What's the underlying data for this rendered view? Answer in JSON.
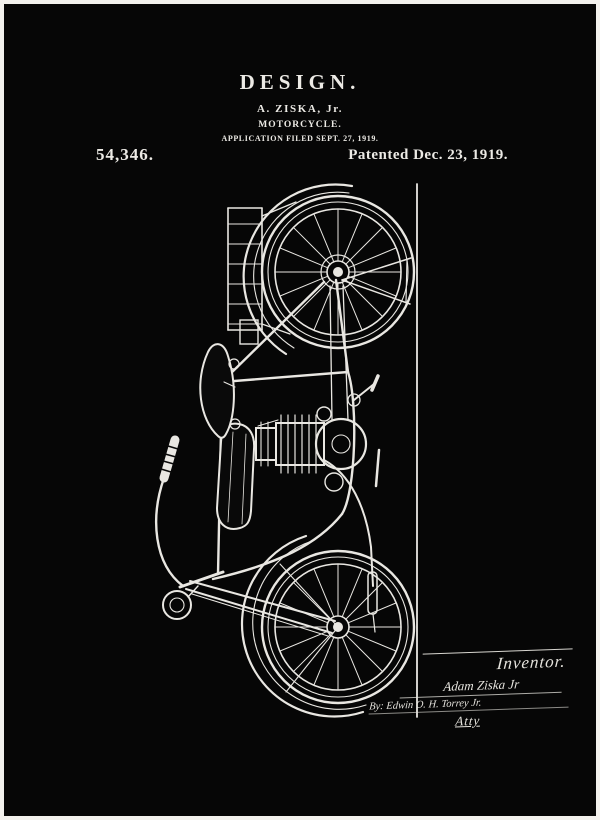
{
  "header": {
    "doc_type": "DESIGN.",
    "inventor_name": "A. ZISKA, Jr.",
    "invention_title": "MOTORCYCLE.",
    "application_line": "APPLICATION FILED SEPT. 27, 1919.",
    "patent_number": "54,346.",
    "patented_line": "Patented Dec. 23, 1919."
  },
  "signatures": {
    "inventor_label": "Inventor.",
    "inventor_name": "Adam Ziska Jr",
    "attorney_by_line": "By: Edwin O. H. Torrey Jr.",
    "attorney_label": "Atty"
  },
  "drawing": {
    "subject": "Motorcycle side elevation, rotated on page"
  },
  "colors": {
    "background": "#060606",
    "ink": "#e9e7e2",
    "frame_border": "#f3f1ed"
  }
}
